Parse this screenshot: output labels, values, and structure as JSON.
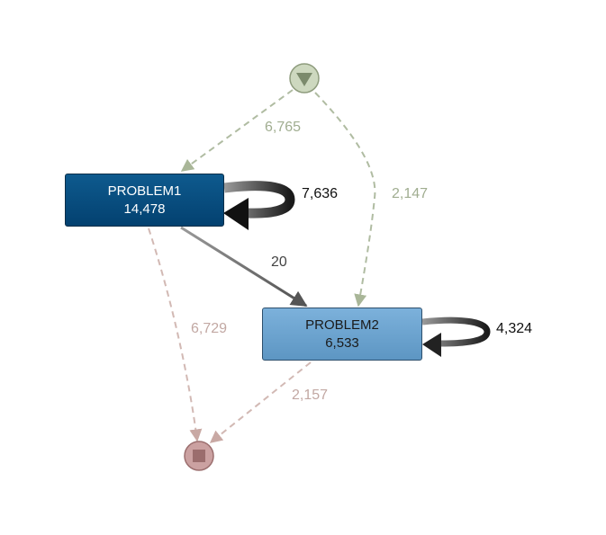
{
  "nodes": {
    "problem1": {
      "name": "PROBLEM1",
      "count": "14,478"
    },
    "problem2": {
      "name": "PROBLEM2",
      "count": "6,533"
    }
  },
  "edges": {
    "start_to_problem1": "6,765",
    "start_to_problem2": "2,147",
    "problem1_loop": "7,636",
    "problem1_to_problem2": "20",
    "problem1_to_end": "6,729",
    "problem2_loop": "4,324",
    "problem2_to_end": "2,157"
  },
  "colors": {
    "start_fill": "#cdd8bf",
    "start_edge": "#9aa98a",
    "end_fill": "#cba1a1",
    "end_edge": "#c0a8a4",
    "problem1_fill": "#034170",
    "problem2_fill": "#6aa3cf",
    "solid_edge": "#666666"
  }
}
